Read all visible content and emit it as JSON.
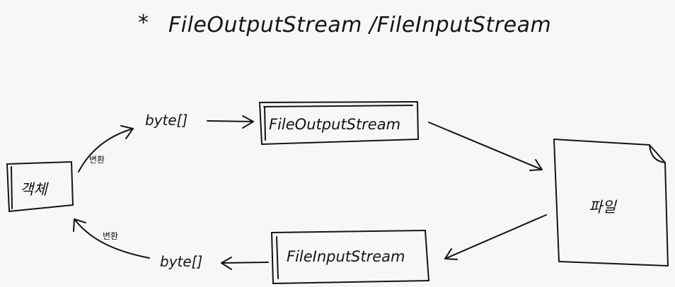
{
  "title": {
    "asterisk": "*",
    "text": "FileOutputStream /FileInputStream"
  },
  "nodes": {
    "object": "객체",
    "output_stream": "FileOutputStream",
    "input_stream": "FileInputStream",
    "file": "파일"
  },
  "labels": {
    "byte_array_top": "byte[]",
    "byte_array_bottom": "byte[]",
    "convert_top": "변환",
    "convert_bottom": "변환"
  }
}
